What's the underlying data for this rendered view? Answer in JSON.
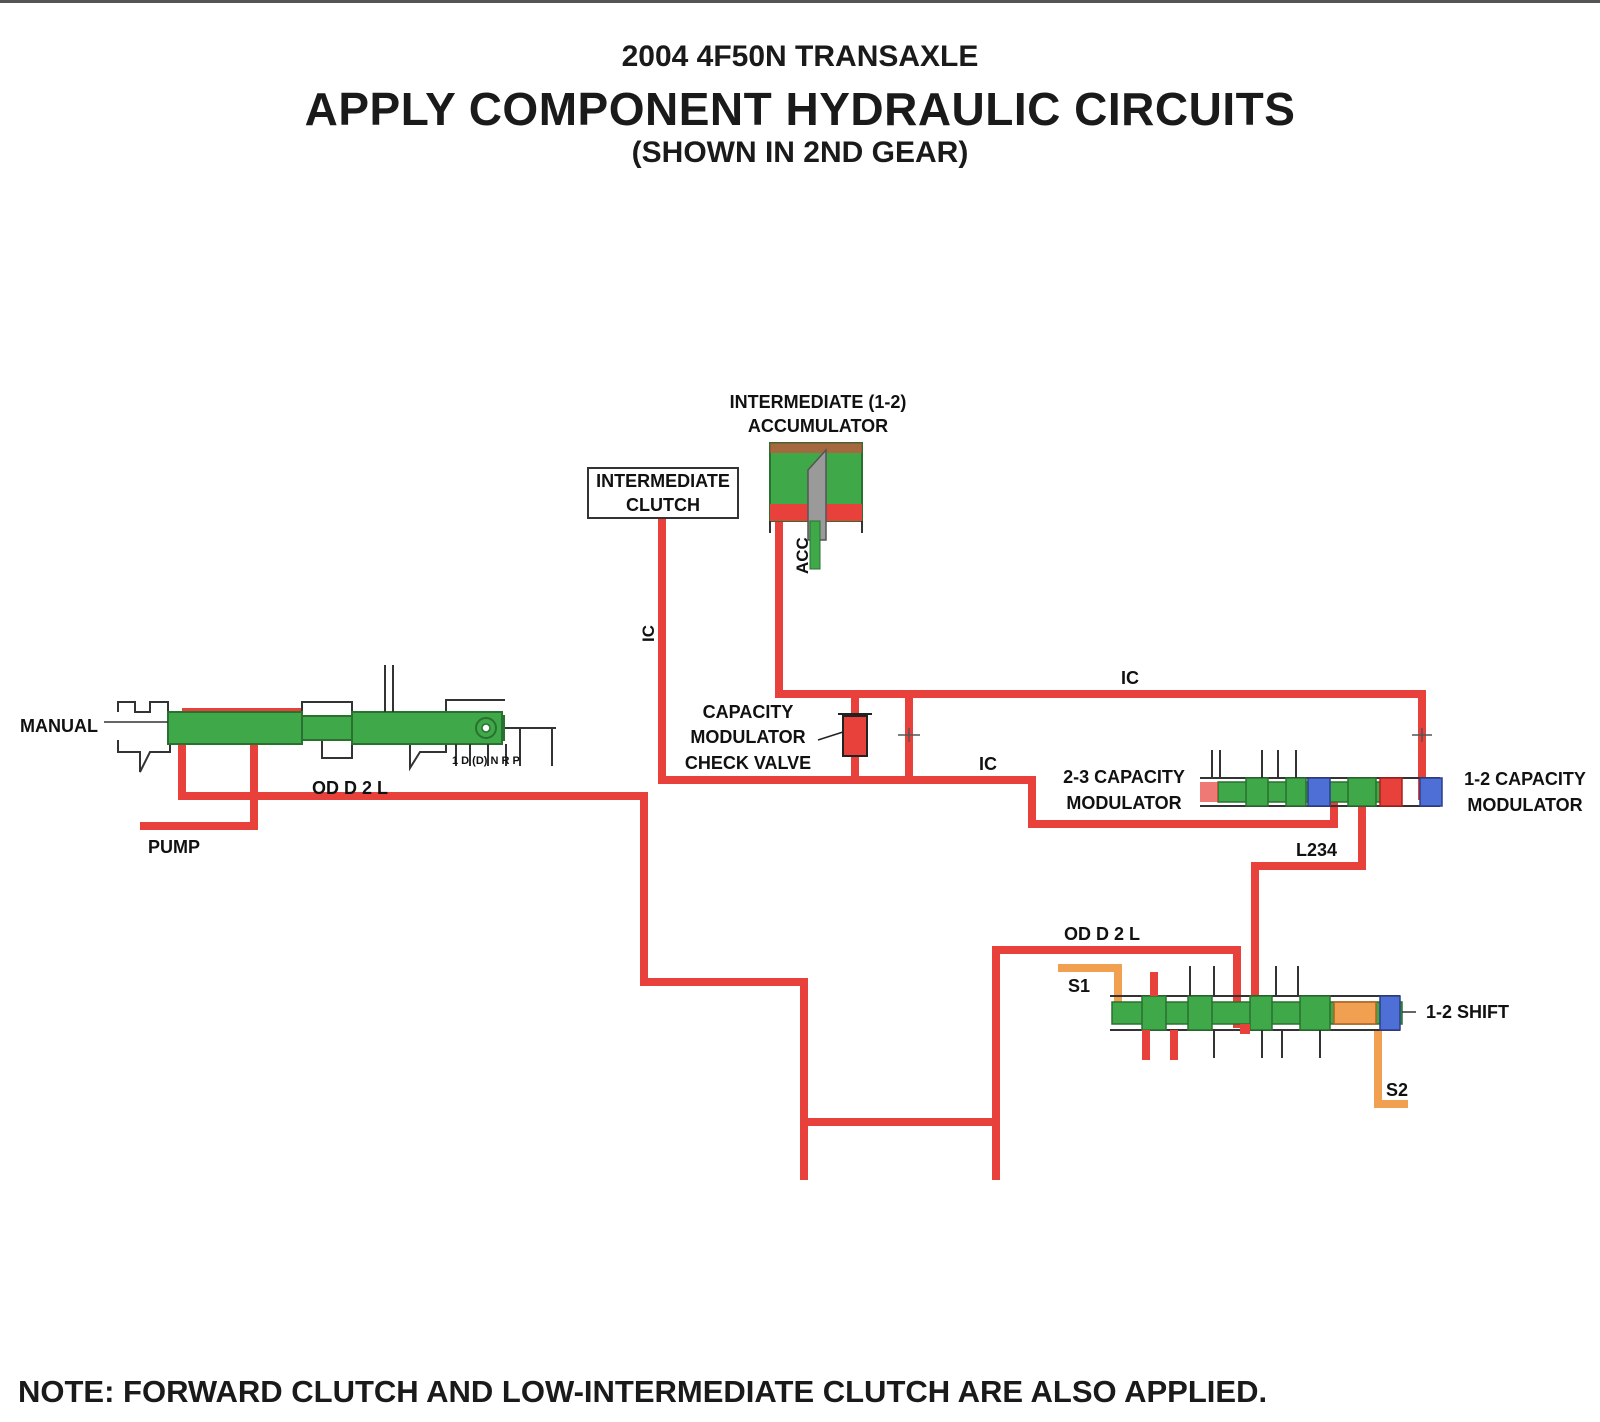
{
  "header": {
    "line1": "2004 4F50N TRANSAXLE",
    "line2": "APPLY COMPONENT HYDRAULIC CIRCUITS",
    "line3": "(SHOWN IN 2ND GEAR)"
  },
  "labels": {
    "accumulator_1": "INTERMEDIATE (1-2)",
    "accumulator_2": "ACCUMULATOR",
    "int_clutch_1": "INTERMEDIATE",
    "int_clutch_2": "CLUTCH",
    "acc": "ACC",
    "ic_vertical": "IC",
    "ic_top": "IC",
    "ic_mid": "IC",
    "cap_check_1": "CAPACITY",
    "cap_check_2": "MODULATOR",
    "cap_check_3": "CHECK VALVE",
    "cap23_1": "2-3 CAPACITY",
    "cap23_2": "MODULATOR",
    "cap12_1": "1-2 CAPACITY",
    "cap12_2": "MODULATOR",
    "manual": "MANUAL",
    "positions": "1 D (D) N  R    P",
    "od_d2l_left": "OD D 2 L",
    "pump": "PUMP",
    "l234": "L234",
    "od_d2l_right": "OD D 2 L",
    "s1": "S1",
    "s2": "S2",
    "shift12": "1-2 SHIFT"
  },
  "note": "NOTE: FORWARD CLUTCH AND LOW-INTERMEDIATE CLUTCH ARE ALSO APPLIED.",
  "colors": {
    "fluid_line": "#e8403a",
    "valve_green": "#3fa848",
    "valve_blue": "#4d6fd6",
    "solenoid_orange": "#f0a050",
    "accumulator_gray": "#9a9a9a"
  }
}
